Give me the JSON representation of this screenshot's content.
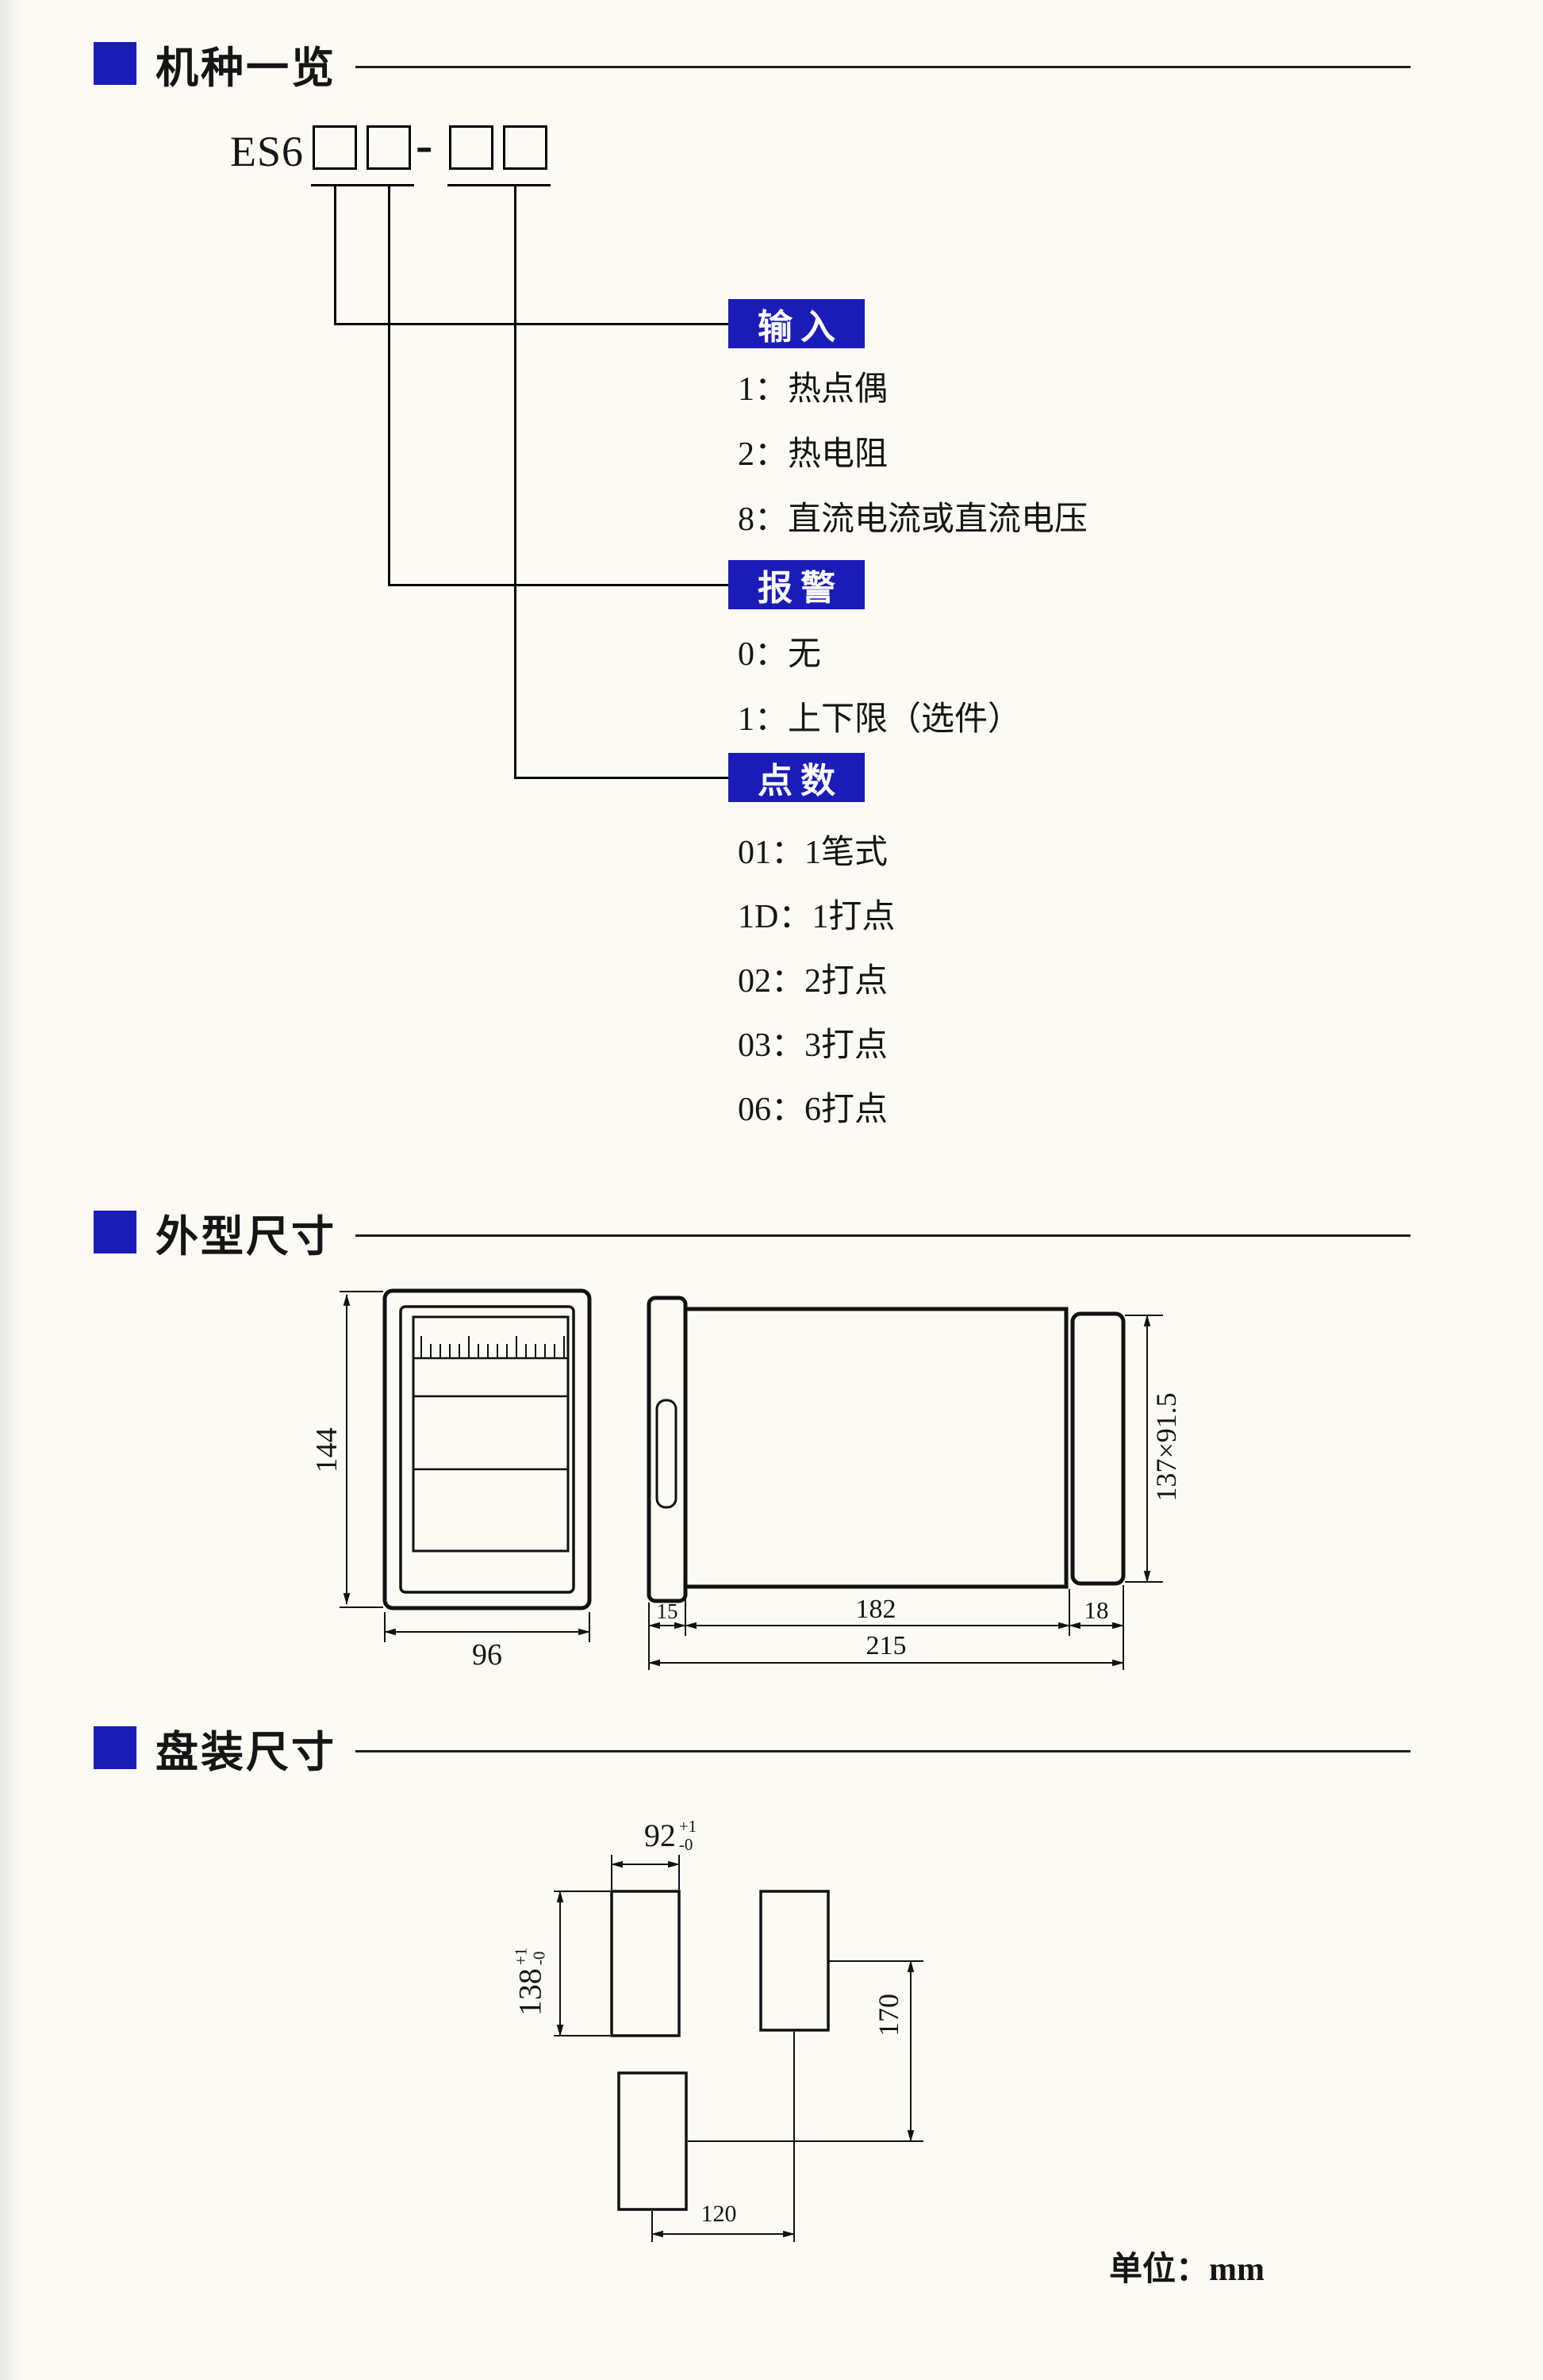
{
  "page": {
    "bg": "#fbfaf5",
    "accent_blue": "#1b1cb8",
    "unit_note": "单位：mm"
  },
  "sections": {
    "models": {
      "title": "机种一览",
      "model_prefix": "ES6",
      "separator": "-",
      "groups": [
        {
          "label": "输入",
          "items": [
            "1：热点偶",
            "2：热电阻",
            "8：直流电流或直流电压"
          ]
        },
        {
          "label": "报警",
          "items": [
            "0：无",
            "1：上下限（选件）"
          ]
        },
        {
          "label": "点数",
          "items": [
            "01：1笔式",
            "1D：1打点",
            "02：2打点",
            "03：3打点",
            "06：6打点"
          ]
        }
      ]
    },
    "outline": {
      "title": "外型尺寸",
      "dims": {
        "front_height": "144",
        "front_width": "96",
        "flange_depth": "15",
        "body_depth": "182",
        "cap_depth": "18",
        "total_depth": "215",
        "side_face": "137×91.5"
      }
    },
    "panel": {
      "title": "盘装尺寸",
      "dims": {
        "cutout_width": "92",
        "cutout_width_tol_plus": "+1",
        "cutout_width_tol_minus": "-0",
        "cutout_height": "138",
        "cutout_height_tol_plus": "+1",
        "cutout_height_tol_minus": "-0",
        "vertical_pitch": "170",
        "horizontal_pitch": "120"
      }
    }
  }
}
